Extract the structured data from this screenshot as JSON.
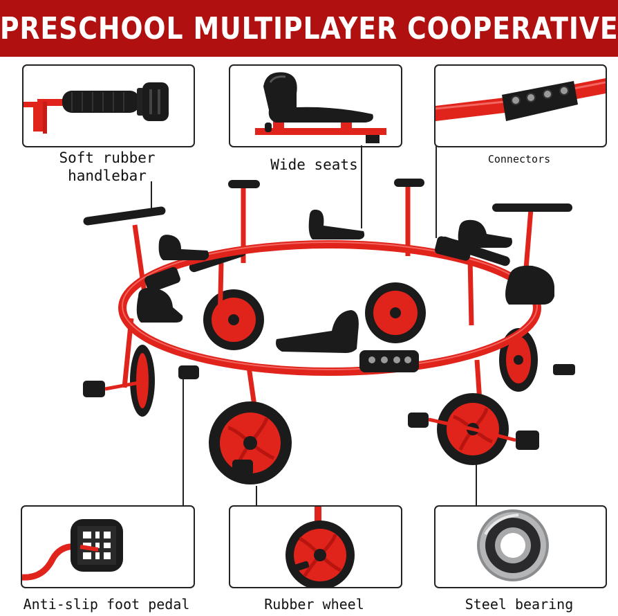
{
  "banner": {
    "title": "PRESCHOOL MULTIPLAYER COOPERATIVE",
    "color": "#b01010"
  },
  "colors": {
    "frame_red": "#e0231b",
    "rubber_black": "#1b1b1b",
    "steel_gray": "#8a8c8e"
  },
  "features": [
    {
      "label_line1": "Soft rubber",
      "label_line2": "handlebar",
      "icon": "handlebar-grip"
    },
    {
      "label": "Wide seats",
      "icon": "seat"
    },
    {
      "label": "Connectors",
      "icon": "connector"
    },
    {
      "label": "Anti-slip foot pedal",
      "icon": "pedal"
    },
    {
      "label": "Rubber wheel",
      "icon": "wheel"
    },
    {
      "label": "Steel bearing",
      "icon": "bearing"
    }
  ]
}
